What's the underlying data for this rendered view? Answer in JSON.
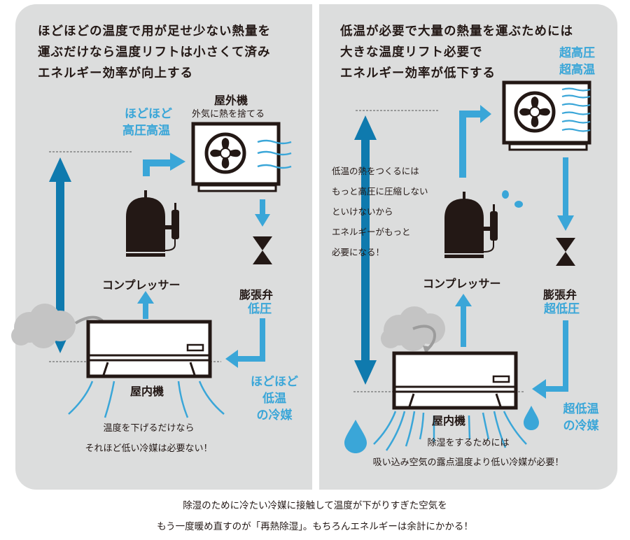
{
  "colors": {
    "panel_bg": "#dcdddd",
    "accent_blue": "#3aa6d8",
    "dark_blue": "#0f7aae",
    "ink": "#231815",
    "cloud": "#c4c4c4"
  },
  "left": {
    "title_lines": [
      "ほどほどの温度で用が足せ少ない熱量を",
      "運ぶだけなら温度リフトは小さくて済み",
      "エネルギー効率が向上する"
    ],
    "outdoor_unit": {
      "label": "屋外機",
      "sublabel": "外気に熱を捨てる"
    },
    "high_pressure": [
      "ほどほど",
      "高圧高温"
    ],
    "compressor_label": "コンプレッサー",
    "valve_label": "膨張弁",
    "valve_pressure": "低圧",
    "refrigerant": [
      "ほどほど",
      "低温",
      "の冷媒"
    ],
    "indoor_unit_label": "屋内機",
    "note_lines": [
      "温度を下げるだけなら",
      "それほど低い冷媒は必要ない！"
    ]
  },
  "right": {
    "title_lines": [
      "低温が必要で大量の熱量を運ぶためには",
      "大きな温度リフト必要で",
      "エネルギー効率が低下する"
    ],
    "high_pressure": [
      "超高圧",
      "超高温"
    ],
    "side_note_lines": [
      "低温の熱をつくるには",
      "もっと高圧に圧縮しない",
      "といけないから",
      "エネルギーがもっと",
      "必要になる！"
    ],
    "compressor_label": "コンプレッサー",
    "valve_label": "膨張弁",
    "valve_pressure": "超低圧",
    "refrigerant": [
      "超低温",
      "の冷媒"
    ],
    "indoor_unit_label": "屋内機",
    "note_lines": [
      "除湿をするためには",
      "吸い込み空気の露点温度より低い冷媒が必要！"
    ]
  },
  "caption_lines": [
    "除湿のために冷たい冷媒に接触して温度が下がりすぎた空気を",
    "もう一度暖め直すのが「再熱除湿」。もちろんエネルギーは余計にかかる！"
  ]
}
